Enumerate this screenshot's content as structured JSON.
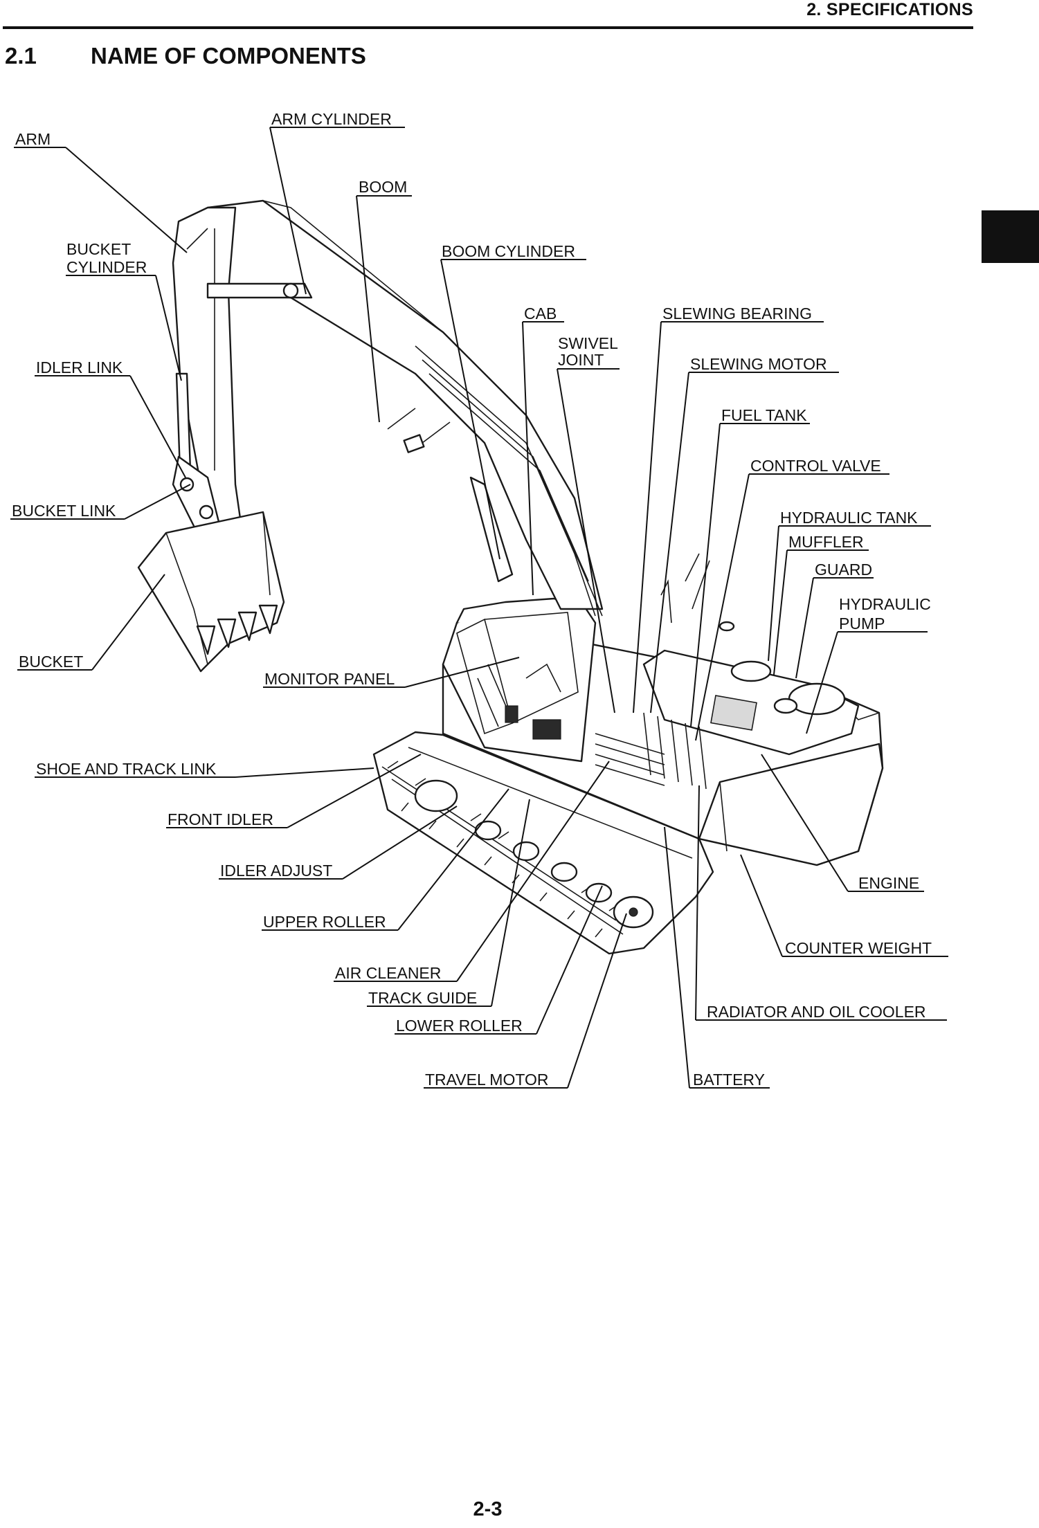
{
  "header": {
    "chapter": "2. SPECIFICATIONS"
  },
  "section": {
    "number": "2.1",
    "title": "NAME OF COMPONENTS"
  },
  "callouts": {
    "arm": "ARM",
    "arm_cylinder": "ARM CYLINDER",
    "boom": "BOOM",
    "bucket_cylinder_1": "BUCKET",
    "bucket_cylinder_2": "CYLINDER",
    "boom_cylinder": "BOOM CYLINDER",
    "cab": "CAB",
    "slewing_bearing": "SLEWING BEARING",
    "swivel_joint_1": "SWIVEL",
    "swivel_joint_2": "JOINT",
    "idler_link": "IDLER LINK",
    "slewing_motor": "SLEWING MOTOR",
    "fuel_tank": "FUEL TANK",
    "control_valve": "CONTROL VALVE",
    "bucket_link": "BUCKET LINK",
    "hydraulic_tank": "HYDRAULIC TANK",
    "muffler": "MUFFLER",
    "guard": "GUARD",
    "hydraulic_pump_1": "HYDRAULIC",
    "hydraulic_pump_2": "PUMP",
    "bucket": "BUCKET",
    "monitor_panel": "MONITOR PANEL",
    "shoe_and_track_link": "SHOE AND TRACK LINK",
    "front_idler": "FRONT IDLER",
    "idler_adjust": "IDLER ADJUST",
    "engine": "ENGINE",
    "upper_roller": "UPPER ROLLER",
    "counter_weight": "COUNTER WEIGHT",
    "air_cleaner": "AIR CLEANER",
    "track_guide": "TRACK GUIDE",
    "radiator_and_oil_cooler": "RADIATOR AND OIL COOLER",
    "lower_roller": "LOWER ROLLER",
    "travel_motor": "TRAVEL MOTOR",
    "battery": "BATTERY"
  },
  "footer": {
    "page": "2-3"
  }
}
